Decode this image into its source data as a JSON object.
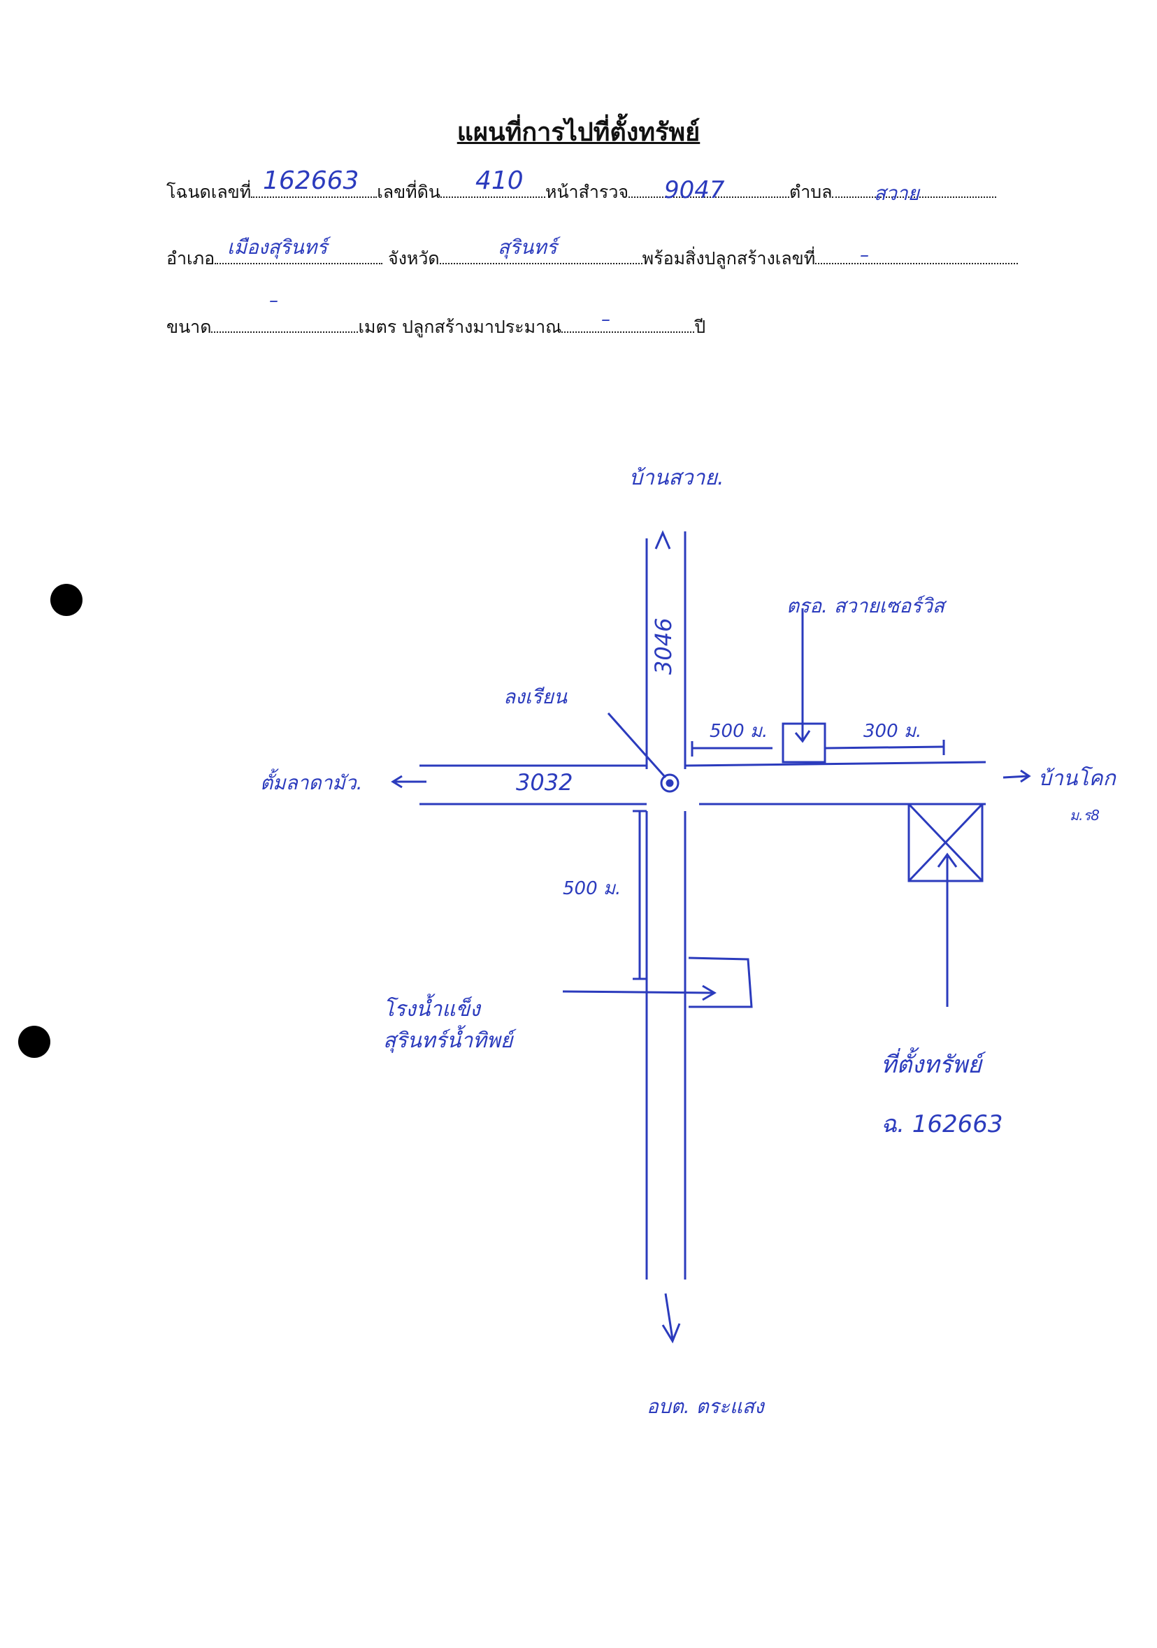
{
  "title": "แผนที่การไปที่ตั้งทรัพย์",
  "form": {
    "deed_label": "โฉนดเลขที่",
    "deed_value": "162663",
    "land_no_label": "เลขที่ดิน",
    "land_no_value": "410",
    "survey_label": "หน้าสำรวจ",
    "survey_value": "9047",
    "subdistrict_label": "ตำบล",
    "subdistrict_value": "สวาย",
    "district_label": "อำเภอ",
    "district_value": "เมืองสุรินทร์",
    "province_label": "จังหวัด",
    "province_value": "สุรินทร์",
    "building_label": "พร้อมสิ่งปลูกสร้างเลขที่",
    "building_value": "–",
    "size_label": "ขนาด",
    "size_value": "–",
    "unit_label": "เมตร",
    "built_label": "ปลูกสร้างมาประมาณ",
    "built_value": "–",
    "year_label": "ปี"
  },
  "map": {
    "north_dest": "บ้านสวาย.",
    "shop": "ตรอ. สวายเซอร์วิส",
    "road_north": "3046",
    "school": "ลงเรียน",
    "dist_500_east": "500 ม.",
    "dist_300_east": "300 ม.",
    "west_dest": "ตั้มลาดามัว.",
    "road_west": "3032",
    "east_dest": "บ้านโคก",
    "east_sub": "ม.ร8",
    "dist_500_south": "500 ม.",
    "mill_line1": "โรงน้ำแข็ง",
    "mill_line2": "สุรินทร์น้ำทิพย์",
    "property_line1": "ที่ตั้งทรัพย์",
    "property_line2": "ฉ. 162663",
    "south_dest": "อบต. ตระแสง"
  }
}
